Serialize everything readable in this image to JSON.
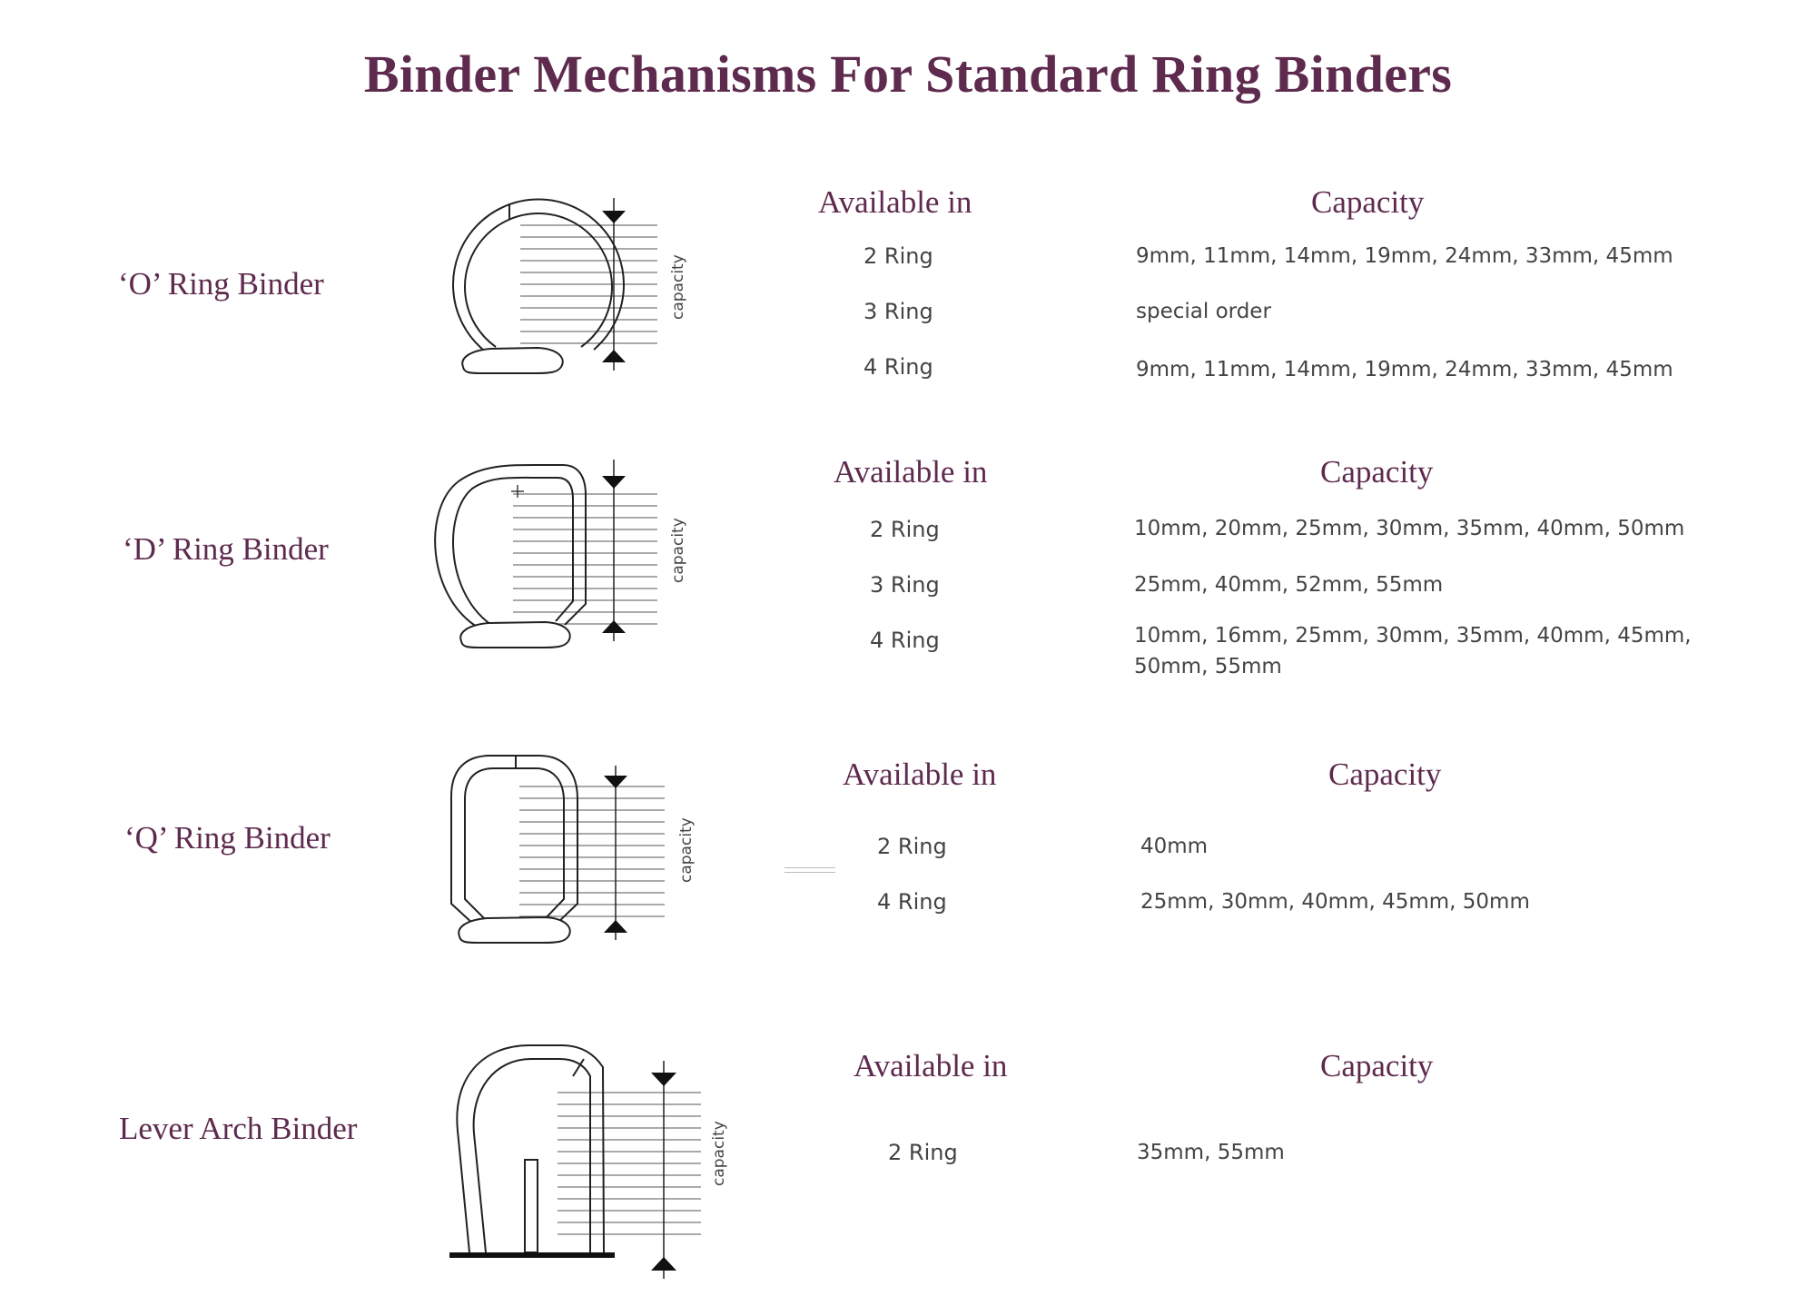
{
  "title": "Binder Mechanisms For Standard Ring Binders",
  "binders": [
    {
      "name": "‘O’ Ring Binder",
      "available_header": "Available in",
      "capacity_header": "Capacity",
      "diagram_label": "capacity",
      "options": [
        {
          "rings": "2 Ring",
          "capacity": "9mm, 11mm, 14mm, 19mm, 24mm, 33mm, 45mm"
        },
        {
          "rings": "3 Ring",
          "capacity": "special order"
        },
        {
          "rings": "4 Ring",
          "capacity": "9mm, 11mm, 14mm, 19mm, 24mm, 33mm, 45mm"
        }
      ]
    },
    {
      "name": "‘D’ Ring Binder",
      "available_header": "Available in",
      "capacity_header": "Capacity",
      "diagram_label": "capacity",
      "options": [
        {
          "rings": "2 Ring",
          "capacity": "10mm, 20mm, 25mm, 30mm, 35mm, 40mm, 50mm"
        },
        {
          "rings": "3 Ring",
          "capacity": "25mm, 40mm, 52mm, 55mm"
        },
        {
          "rings": "4 Ring",
          "capacity": "10mm, 16mm, 25mm, 30mm, 35mm, 40mm, 45mm, 50mm, 55mm"
        }
      ]
    },
    {
      "name": "‘Q’ Ring Binder",
      "available_header": "Available in",
      "capacity_header": "Capacity",
      "diagram_label": "capacity",
      "options": [
        {
          "rings": "2 Ring",
          "capacity": "40mm"
        },
        {
          "rings": "4 Ring",
          "capacity": "25mm, 30mm, 40mm, 45mm, 50mm"
        }
      ]
    },
    {
      "name": "Lever Arch Binder",
      "available_header": "Available in",
      "capacity_header": "Capacity",
      "diagram_label": "capacity",
      "options": [
        {
          "rings": "2 Ring",
          "capacity": "35mm, 55mm"
        }
      ]
    }
  ],
  "colors": {
    "accent": "#5e2a4e",
    "body_text": "#444444",
    "line": "#222222"
  }
}
